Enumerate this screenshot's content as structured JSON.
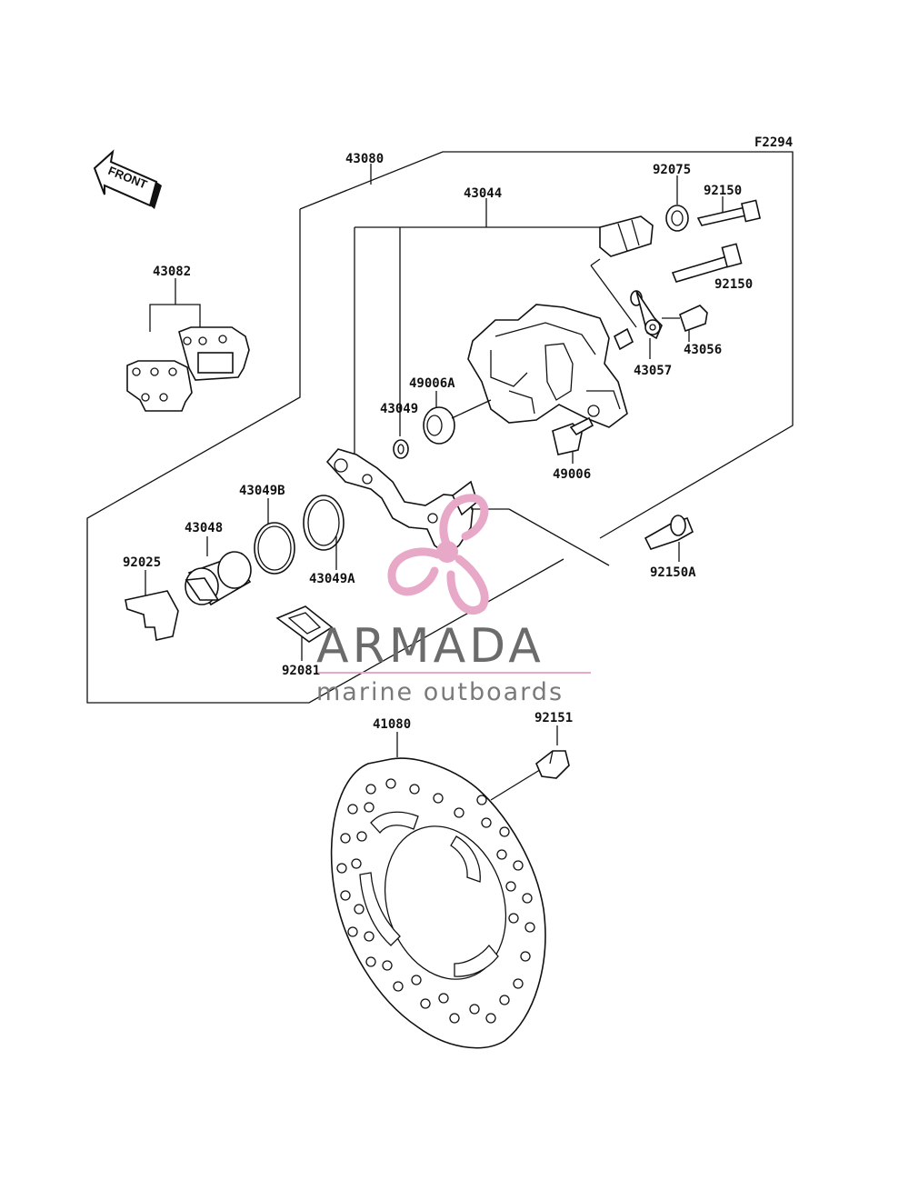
{
  "figure_code": "F2294",
  "front_arrow": {
    "text": "FRONT",
    "icon": "front-arrow-icon"
  },
  "labels": {
    "p43080": "43080",
    "p43044": "43044",
    "p92075": "92075",
    "p92150_top": "92150",
    "p92150_bottom": "92150",
    "p43082": "43082",
    "p43056": "43056",
    "p43057": "43057",
    "p49006A": "49006A",
    "p43049": "43049",
    "p49006": "49006",
    "p43049B": "43049B",
    "p43048": "43048",
    "p92025": "92025",
    "p43049A": "43049A",
    "p92150A": "92150A",
    "p92081": "92081",
    "p41080": "41080",
    "p92151": "92151"
  },
  "watermark": {
    "brand": "ARMADA",
    "tagline": "marine outboards",
    "logo_icon": "propeller-logo-icon",
    "color": "#e8a8c8"
  }
}
